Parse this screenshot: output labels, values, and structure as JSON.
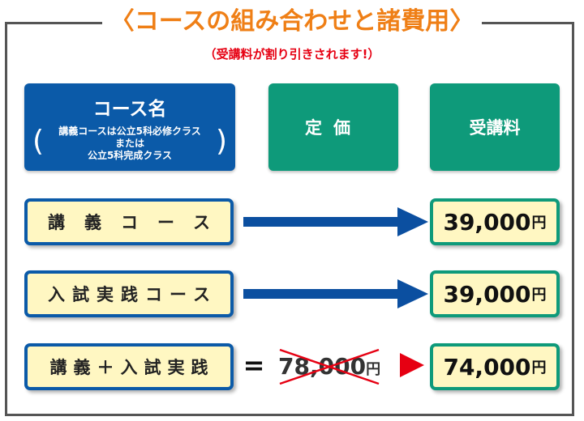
{
  "title": "〈コースの組み合わせと諸費用〉",
  "subtitle": "（受講料が割り引きされます!）",
  "headers": {
    "course": {
      "title": "コース名",
      "note_line1": "講義コースは公立5科必修クラス",
      "note_line2": "または",
      "note_line3": "公立5科完成クラス"
    },
    "price": "定価",
    "fee": "受講料"
  },
  "rows": [
    {
      "course": "講義コース",
      "fee": "39,000",
      "fee_unit": "円"
    },
    {
      "course": "入試実践コース",
      "fee": "39,000",
      "fee_unit": "円"
    },
    {
      "course": "講義＋入試実践",
      "operator": "=",
      "list_price": "78,000",
      "list_price_unit": "円",
      "fee": "74,000",
      "fee_unit": "円"
    }
  ],
  "colors": {
    "title_orange": "#ef7f16",
    "subtitle_red": "#e60012",
    "course_blue": "#0b5aa8",
    "price_green": "#0e9a7a",
    "box_yellow": "#fff7c2",
    "arrow_blue": "#0b4fa0",
    "cross_red": "#e60012"
  },
  "icons": {
    "row_arrow": "right-arrow-icon",
    "discount_pointer": "red-triangle-icon",
    "strike": "cross-out-icon"
  }
}
